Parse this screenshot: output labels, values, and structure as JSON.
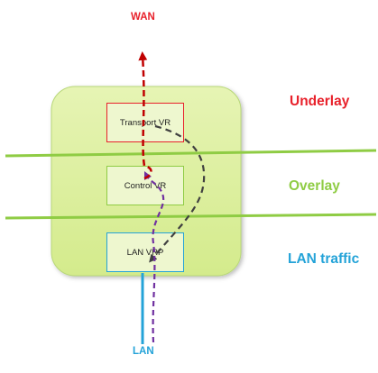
{
  "diagram": {
    "wan_label": "WAN",
    "lan_label": "LAN",
    "boxes": {
      "transport": "Transport VR",
      "control": "Control VR",
      "lan_vrp": "LAN VRP"
    },
    "layers": {
      "underlay": "Underlay",
      "overlay": "Overlay",
      "lan_traffic": "LAN traffic"
    },
    "colors": {
      "underlay": "#e8212b",
      "overlay": "#8fcc44",
      "lan_traffic": "#24a3d8",
      "router_body": "#e2f2aa",
      "overlay_path": "#7030a0",
      "return_path": "#404040"
    }
  }
}
